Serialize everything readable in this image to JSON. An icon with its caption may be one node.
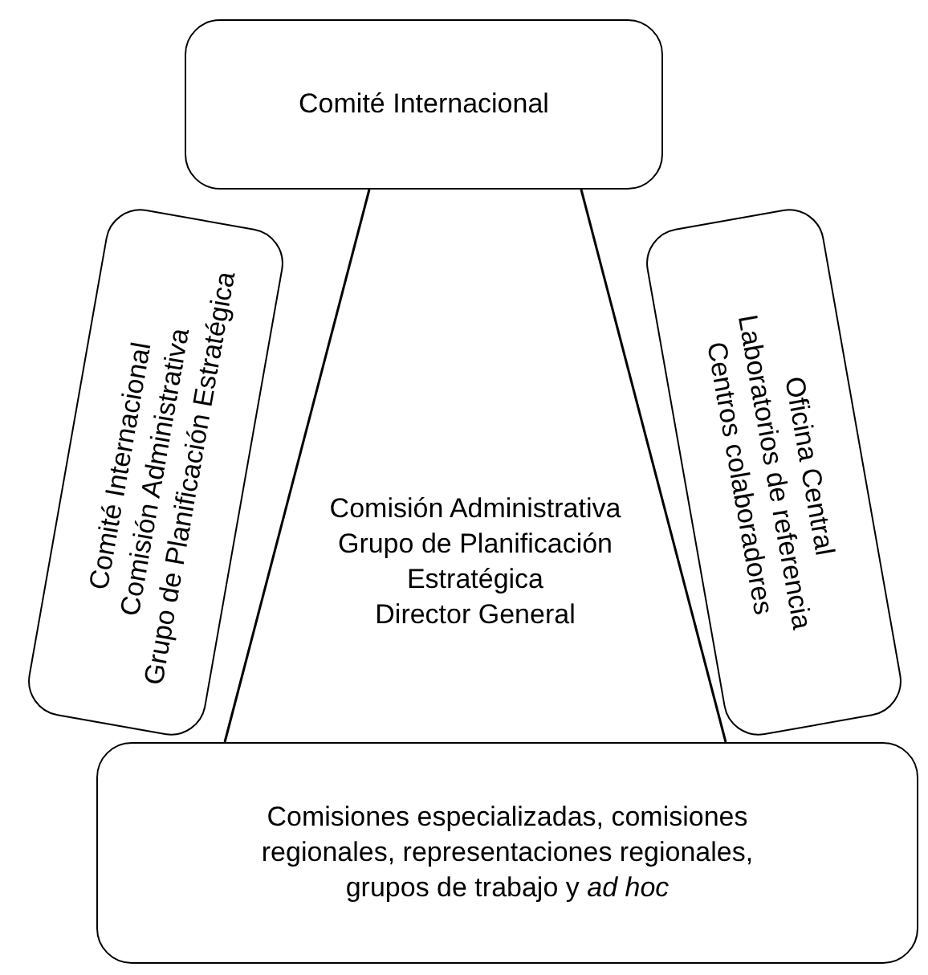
{
  "diagram": {
    "nodes": [
      {
        "text": [
          "Comité Internacional"
        ]
      },
      {
        "text": [
          "Comité Internacional",
          "Comisión Administrativa",
          "Grupo de Planificación Estratégica"
        ]
      },
      {
        "text": [
          "Comisión Administrativa",
          "Grupo de Planificación Estratégica",
          "Director General"
        ]
      },
      {
        "text": [
          "Oficina Central",
          "Laboratorios de referencia",
          "Centros colaboradores"
        ]
      },
      {
        "text": [
          "Comisiones especializadas, comisiones regionales, representaciones regionales, grupos de trabajo y *ad hoc*"
        ]
      }
    ],
    "edges": []
  }
}
